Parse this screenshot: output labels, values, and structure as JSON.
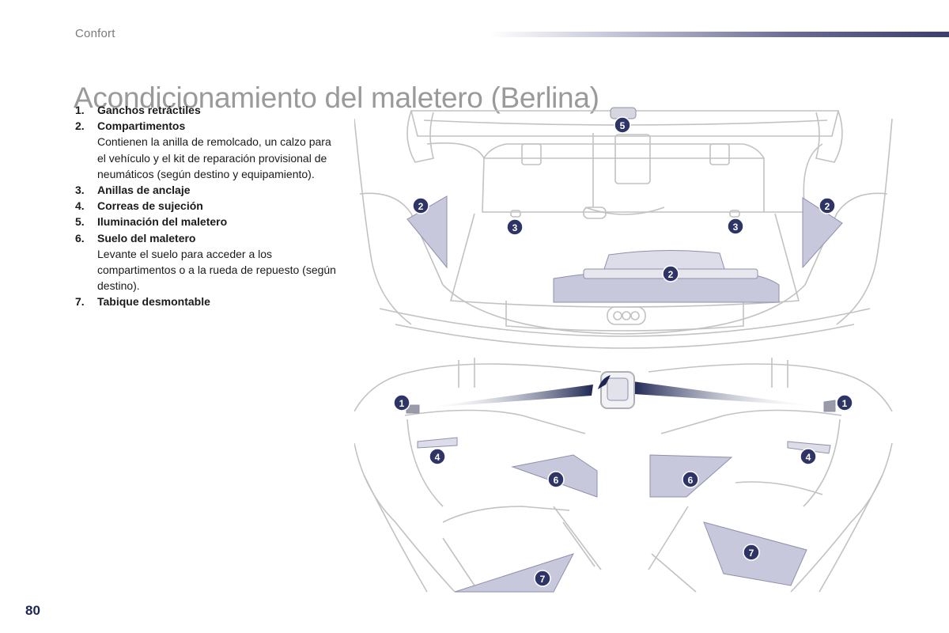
{
  "header": {
    "section": "Confort",
    "title": "Acondicionamiento del maletero (Berlina)"
  },
  "legend": [
    {
      "num": "1.",
      "label": "Ganchos retráctiles",
      "desc": ""
    },
    {
      "num": "2.",
      "label": "Compartimentos",
      "desc": "Contienen la anilla de remolcado, un calzo para el vehículo y el kit de reparación provisional de neumáticos (según destino y equipamiento)."
    },
    {
      "num": "3.",
      "label": "Anillas de anclaje",
      "desc": ""
    },
    {
      "num": "4.",
      "label": "Correas de sujeción",
      "desc": ""
    },
    {
      "num": "5.",
      "label": "Iluminación del maletero",
      "desc": ""
    },
    {
      "num": "6.",
      "label": "Suelo del maletero",
      "desc": "Levante el suelo para acceder a los compartimentos o a la rueda de repuesto (según destino)."
    },
    {
      "num": "7.",
      "label": "Tabique desmontable",
      "desc": ""
    }
  ],
  "callouts": {
    "top": [
      "5",
      "2",
      "2",
      "3",
      "3",
      "2"
    ],
    "bottom_left": [
      "1",
      "4",
      "6",
      "7"
    ],
    "bottom_right": [
      "1",
      "4",
      "6",
      "7"
    ]
  },
  "footer": {
    "page_number": "80"
  },
  "colors": {
    "callout_fill": "#2e3566",
    "highlight_fill": "#c7c8dc",
    "outline": "#c2c2c2",
    "arrow": "#1d2652",
    "page_number": "#1d2652"
  }
}
